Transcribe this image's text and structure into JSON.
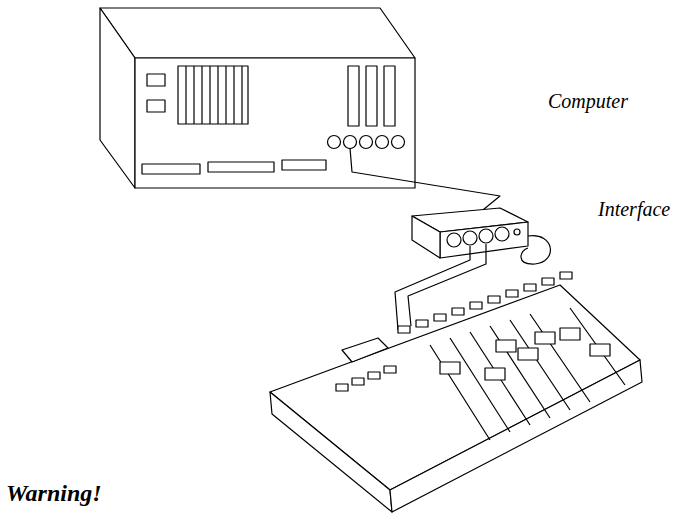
{
  "diagram": {
    "labels": [
      "Computer",
      "Interface",
      "Warning!"
    ]
  }
}
